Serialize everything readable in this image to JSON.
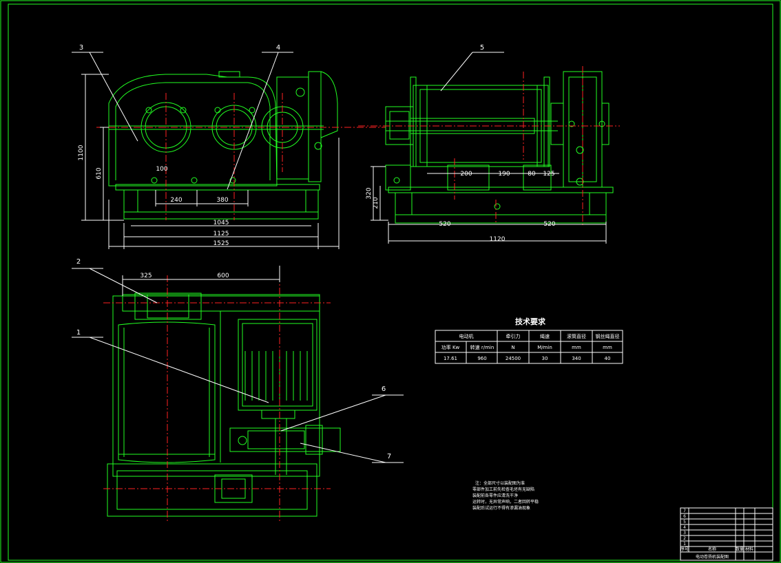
{
  "colors": {
    "background": "#000000",
    "outline": "#22ff22",
    "centerline": "#ff2222",
    "dimension": "#ffffff",
    "text": "#ffffff"
  },
  "balloons": [
    "1",
    "2",
    "3",
    "4",
    "5",
    "6",
    "7"
  ],
  "dimensions": {
    "front_view": {
      "height_total": "1100",
      "height_axis": "610",
      "offset_small": "100",
      "spacing_a": "240",
      "spacing_b": "380",
      "width_inner": "1045",
      "width_mid": "1125",
      "width_total": "1525"
    },
    "side_view": {
      "seg_a": "200",
      "seg_b": "190",
      "seg_c": "80",
      "seg_d": "125",
      "height_a": "320",
      "height_b": "210",
      "base_left": "520",
      "base_right": "520",
      "base_total": "1120"
    },
    "top_view": {
      "left": "325",
      "right": "600"
    }
  },
  "tech_table": {
    "title": "技术要求",
    "header": [
      "电动机",
      "牵引力",
      "绳速",
      "滚筒直径",
      "钢丝绳直径"
    ],
    "subheader": [
      "功率 Kw",
      "转速 r/min",
      "N",
      "M/min",
      "mm",
      "mm"
    ],
    "values": [
      "17.61",
      "960",
      "24500",
      "30",
      "340",
      "40"
    ]
  },
  "notes": [
    "注：全部尺寸以装配图为准",
    "零部件加工前先检查毛坯有无缺陷",
    "装配前各零件应清洗干净",
    "运转时，无异常声响，二者回转平稳",
    "装配后试运行不得有渗漏油现象"
  ],
  "title_block": {
    "drawing_name": "电动卷扬机装配图",
    "rows": [
      "7",
      "6",
      "5",
      "4",
      "3",
      "2",
      "1"
    ],
    "labels": [
      "序号",
      "名称",
      "数量",
      "材料"
    ]
  }
}
